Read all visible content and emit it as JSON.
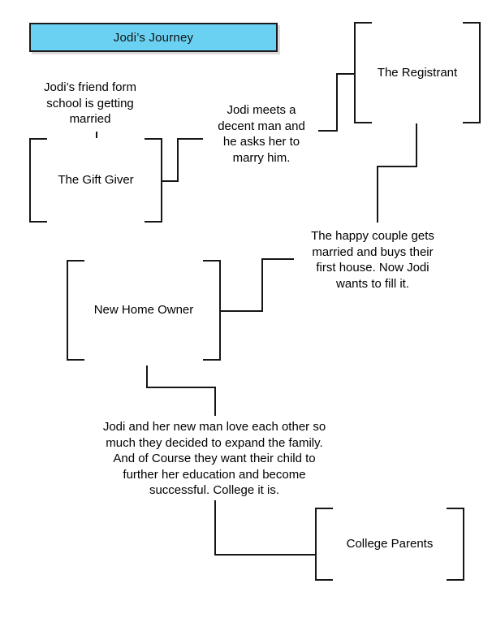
{
  "document": {
    "title": "Jodi's Journey",
    "type": "flow-diagram"
  },
  "title_banner": {
    "label": "Jodi’s Journey",
    "fill_color": "#6ad1f2",
    "border_color": "#1a1a1a"
  },
  "nodes": [
    {
      "id": "gift-giver",
      "label": "The Gift Giver",
      "kind": "bracket"
    },
    {
      "id": "registrant",
      "label": "The Registrant",
      "kind": "bracket"
    },
    {
      "id": "new-home-owner",
      "label": "New Home Owner",
      "kind": "bracket"
    },
    {
      "id": "college-parents",
      "label": "College Parents",
      "kind": "bracket"
    }
  ],
  "notes": [
    {
      "id": "note-friend-married",
      "text": "Jodi’s friend form\nschool is getting\nmarried"
    },
    {
      "id": "note-meets-man",
      "text": "Jodi meets a\ndecent man and\nhe asks her to\nmarry him."
    },
    {
      "id": "note-happy-couple",
      "text": "The happy couple gets\nmarried and buys their\nfirst house.  Now Jodi\nwants to fill it."
    },
    {
      "id": "note-expand-family",
      "text": "Jodi and her new man love each other so\nmuch they decided to expand the family.\nAnd of Course they want their child to\nfurther her education and become\nsuccessful.  College it is."
    }
  ],
  "connectors": [
    {
      "id": "gift-giver-to-meets-man"
    },
    {
      "id": "meets-man-to-registrant"
    },
    {
      "id": "registrant-to-happy-couple"
    },
    {
      "id": "happy-couple-to-new-home-owner"
    },
    {
      "id": "new-home-owner-to-expand-family"
    },
    {
      "id": "expand-family-to-college-parents"
    }
  ],
  "line_color": "#161616"
}
